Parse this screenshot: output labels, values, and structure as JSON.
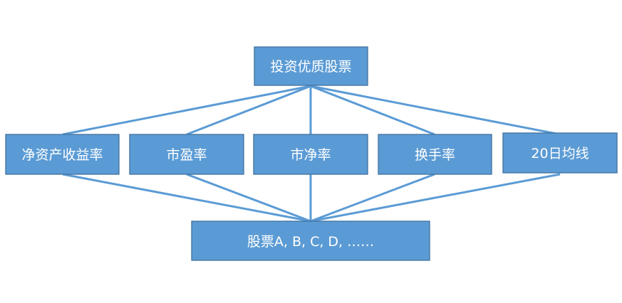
{
  "diagram": {
    "top": {
      "label": "投资优质股票"
    },
    "criteria": [
      {
        "label": "净资产收益率"
      },
      {
        "label": "市盈率"
      },
      {
        "label": "市净率"
      },
      {
        "label": "换手率"
      },
      {
        "label": "20日均线"
      }
    ],
    "bottom": {
      "label": "股票A, B, C, D, ……"
    },
    "colors": {
      "node_fill": "#5b9bd5",
      "node_border": "#41719c",
      "edge": "#5b9bd5",
      "text": "#ffffff"
    }
  }
}
